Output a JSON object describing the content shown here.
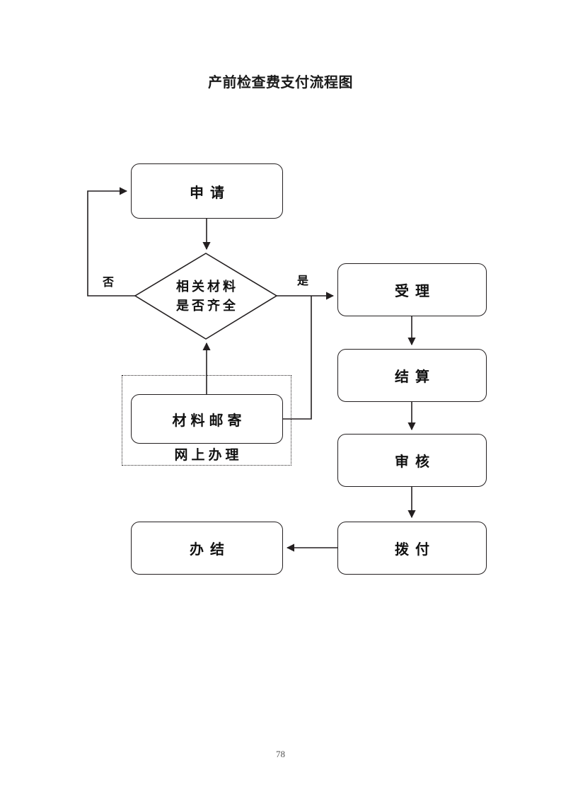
{
  "document": {
    "title": "产前检查费支付流程图",
    "page_number": "78"
  },
  "flowchart": {
    "type": "process-flow-diagram",
    "nodes": [
      {
        "id": "apply",
        "label": "申请",
        "shape": "rounded-rectangle"
      },
      {
        "id": "decision",
        "label_line1": "相关材料",
        "label_line2": "是否齐全",
        "shape": "diamond"
      },
      {
        "id": "mail",
        "label": "材料邮寄",
        "shape": "rounded-rectangle"
      },
      {
        "id": "accept",
        "label": "受理",
        "shape": "rounded-rectangle"
      },
      {
        "id": "settle",
        "label": "结算",
        "shape": "rounded-rectangle"
      },
      {
        "id": "review",
        "label": "审核",
        "shape": "rounded-rectangle"
      },
      {
        "id": "pay",
        "label": "拨付",
        "shape": "rounded-rectangle"
      },
      {
        "id": "done",
        "label": "办结",
        "shape": "rounded-rectangle"
      }
    ],
    "group": {
      "id": "online-group",
      "caption": "网上办理",
      "style": "dotted-border"
    },
    "edge_labels": {
      "no": "否",
      "yes": "是"
    },
    "edges": [
      {
        "from": "apply",
        "to": "decision",
        "label": ""
      },
      {
        "from": "decision",
        "to": "apply",
        "label": "否"
      },
      {
        "from": "decision",
        "to": "accept",
        "label": "是"
      },
      {
        "from": "mail",
        "to": "decision",
        "label": ""
      },
      {
        "from": "mail",
        "to": "accept",
        "label": ""
      },
      {
        "from": "accept",
        "to": "settle",
        "label": ""
      },
      {
        "from": "settle",
        "to": "review",
        "label": ""
      },
      {
        "from": "review",
        "to": "pay",
        "label": ""
      },
      {
        "from": "pay",
        "to": "done",
        "label": ""
      }
    ],
    "colors": {
      "stroke": "#231f20",
      "text": "#111111",
      "background": "#ffffff"
    }
  }
}
